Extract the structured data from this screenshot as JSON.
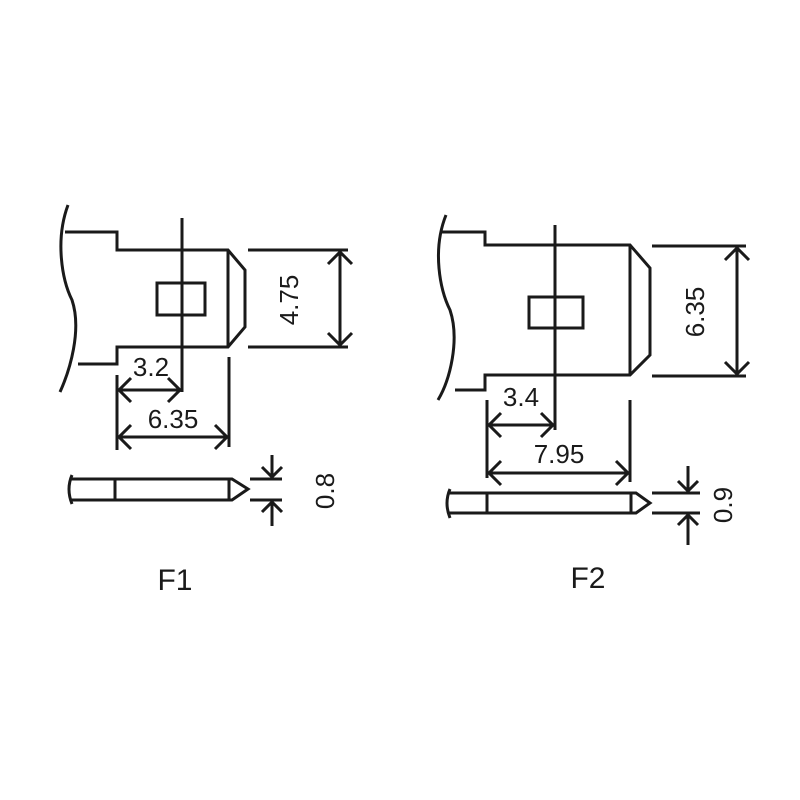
{
  "terminals": [
    {
      "label": "F1",
      "tab_width": "4.75",
      "hole_offset": "3.2",
      "tab_length": "6.35",
      "thickness": "0.8"
    },
    {
      "label": "F2",
      "tab_width": "6.35",
      "hole_offset": "3.4",
      "tab_length": "7.95",
      "thickness": "0.9"
    }
  ],
  "colors": {
    "line": "#1a1a1a",
    "background": "#ffffff"
  }
}
